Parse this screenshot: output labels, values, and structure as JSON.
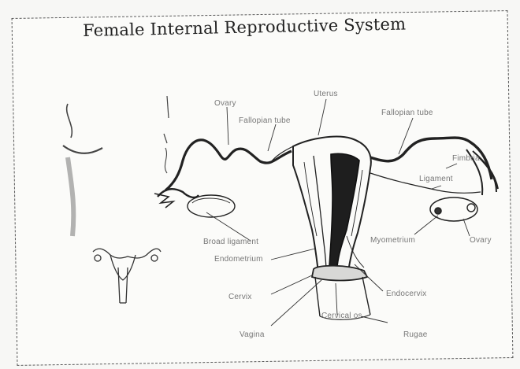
{
  "title": "Female Internal Reproductive System",
  "labels": {
    "ovary": "Ovary",
    "fallopian_tube_left": "Fallopian tube",
    "uterus": "Uterus",
    "fallopian_tube_right": "Fallopian tube",
    "fimbria": "Fimbria",
    "ligament": "Ligament",
    "broad_ligament": "Broad ligament",
    "endometrium": "Endometrium",
    "myometrium": "Myometrium",
    "ovary_right": "Ovary",
    "cervix": "Cervix",
    "vagina": "Vagina",
    "endocervix": "Endocervix",
    "cervical_os": "Cervical os",
    "rugae": "Rugae"
  }
}
